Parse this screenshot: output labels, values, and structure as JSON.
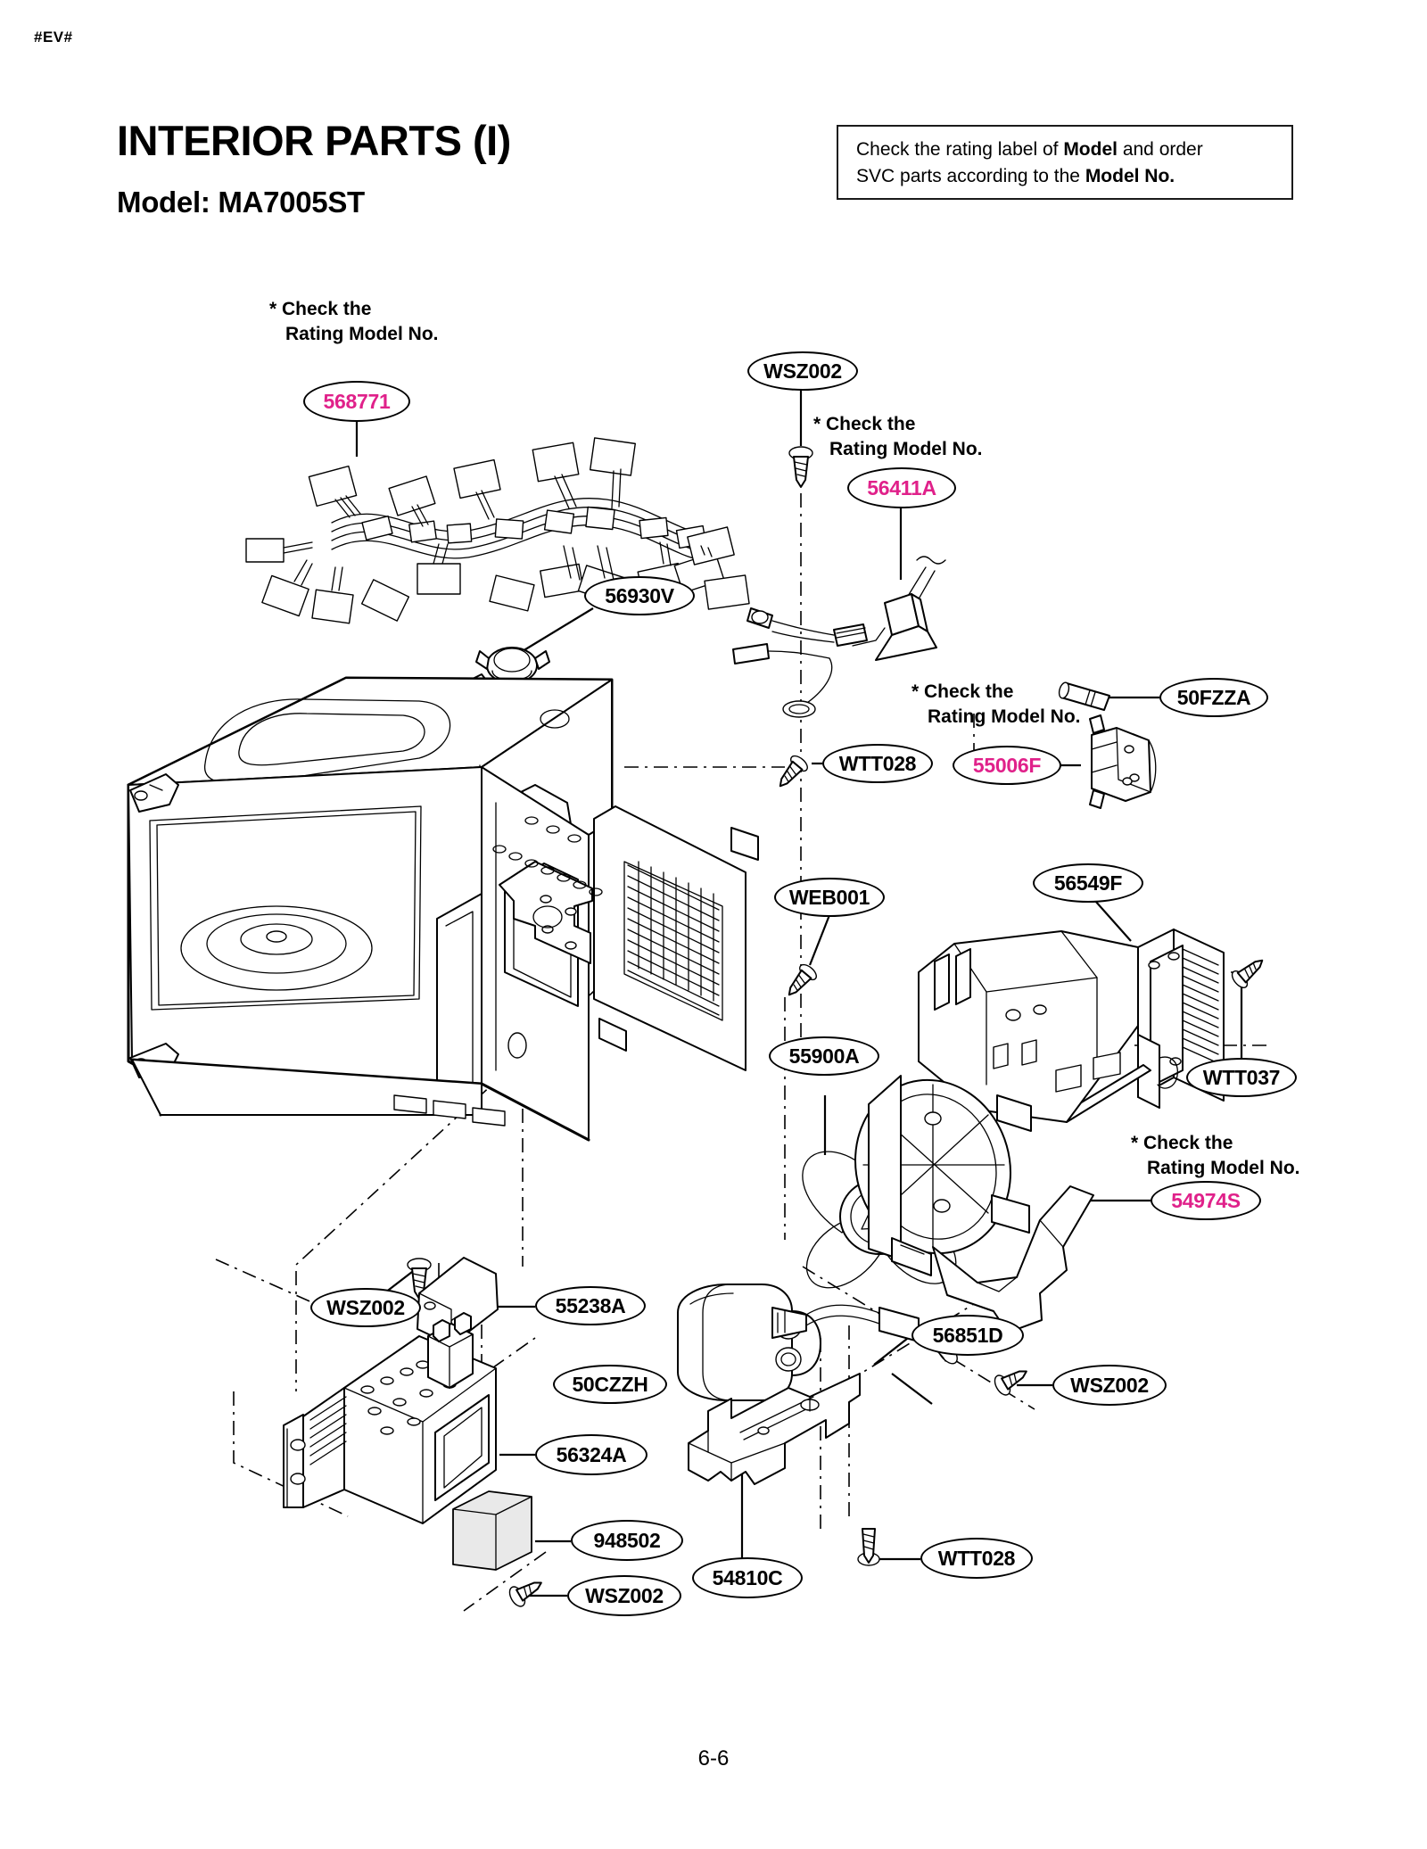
{
  "header": {
    "ev_mark": "#EV#",
    "title": "INTERIOR PARTS (I)",
    "model_line": "Model: MA7005ST"
  },
  "note_box": {
    "line1_pre": "Check the rating label of ",
    "line1_bold": "Model",
    "line1_post": " and order",
    "line2_pre": "SVC parts according to the ",
    "line2_bold": "Model No.",
    "line2_post": ""
  },
  "check_notes": [
    {
      "id": "check-note-1",
      "line1": "* Check the",
      "line2": "Rating Model No."
    },
    {
      "id": "check-note-2",
      "line1": "* Check the",
      "line2": "Rating Model No."
    },
    {
      "id": "check-note-3",
      "line1": "* Check the",
      "line2": "Rating Model No."
    },
    {
      "id": "check-note-4",
      "line1": "* Check the",
      "line2": "Rating Model No."
    }
  ],
  "callouts": [
    {
      "code": "568771",
      "highlight": true,
      "part": "wire-harness"
    },
    {
      "code": "WSZ002",
      "highlight": false,
      "part": "screw-upper"
    },
    {
      "code": "56411A",
      "highlight": true,
      "part": "lead-wire-assembly"
    },
    {
      "code": "56930V",
      "highlight": false,
      "part": "thermostat"
    },
    {
      "code": "50FZZA",
      "highlight": false,
      "part": "fuse"
    },
    {
      "code": "WTT028",
      "highlight": false,
      "part": "screw-cavity"
    },
    {
      "code": "55006F",
      "highlight": true,
      "part": "fuse-holder"
    },
    {
      "code": "WEB001",
      "highlight": false,
      "part": "screw-fan-bracket"
    },
    {
      "code": "56549F",
      "highlight": false,
      "part": "fan-motor"
    },
    {
      "code": "WTT037",
      "highlight": false,
      "part": "screw-fan-motor"
    },
    {
      "code": "55900A",
      "highlight": false,
      "part": "fan-blade"
    },
    {
      "code": "54974S",
      "highlight": true,
      "part": "fan-guide-duct"
    },
    {
      "code": "WSZ002",
      "highlight": false,
      "part": "screw-magnetron-top"
    },
    {
      "code": "55238A",
      "highlight": false,
      "part": "magnetron-cover-plate"
    },
    {
      "code": "50CZZH",
      "highlight": false,
      "part": "high-voltage-capacitor"
    },
    {
      "code": "56324A",
      "highlight": false,
      "part": "magnetron"
    },
    {
      "code": "56851D",
      "highlight": false,
      "part": "noise-filter-lead"
    },
    {
      "code": "WSZ002",
      "highlight": false,
      "part": "screw-noise-filter"
    },
    {
      "code": "948502",
      "highlight": false,
      "part": "insulation-block"
    },
    {
      "code": "WSZ002",
      "highlight": false,
      "part": "screw-magnetron-bottom"
    },
    {
      "code": "54810C",
      "highlight": false,
      "part": "capacitor-bracket"
    },
    {
      "code": "WTT028",
      "highlight": false,
      "part": "screw-bracket"
    }
  ],
  "page": {
    "number": "6-6"
  },
  "colors": {
    "highlight": "#e0218a",
    "line": "#000000",
    "background": "#ffffff"
  }
}
